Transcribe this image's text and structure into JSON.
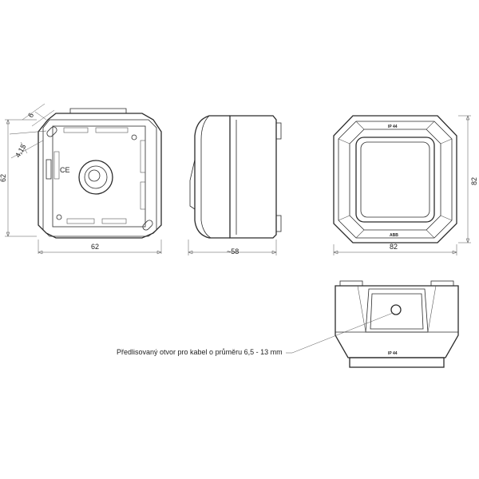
{
  "dimensions": {
    "front_width": "62",
    "front_height": "62",
    "hole_spacing": "6",
    "hole_diameter": "4,15",
    "side_depth": "~58",
    "top_width": "82",
    "top_height": "82"
  },
  "markings": {
    "ip_rating": "IP 44",
    "ip_rating_bottom": "IP 44",
    "brand": "ABB",
    "ce_mark": "CE"
  },
  "annotations": {
    "cable_opening": "Předlisovaný otvor pro kabel o průměru 6,5 - 13 mm"
  }
}
